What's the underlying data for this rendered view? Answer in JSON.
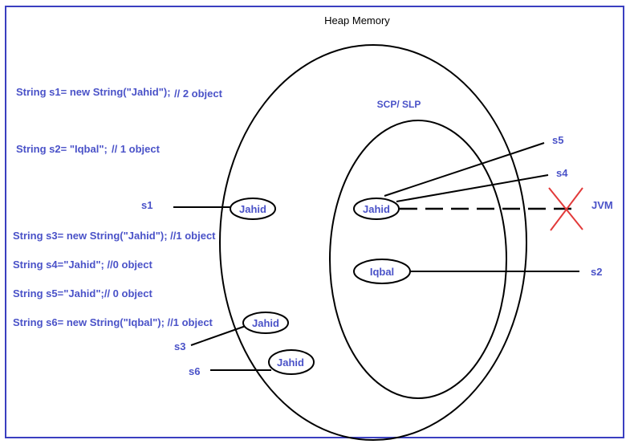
{
  "title": "Heap Memory",
  "scp_label": "SCP/ SLP",
  "colors": {
    "frame": "#3a3fc0",
    "text": "#4a52c8",
    "line": "#000000",
    "cross": "#e23a3a"
  },
  "code_lines": [
    {
      "code": "String s1= new String(\"Jahid\");",
      "comment": "// 2 object"
    },
    {
      "code": "String s2= \"Iqbal\";",
      "comment": "// 1 object"
    },
    {
      "code": "String s3= new String(\"Jahid\"); //1 object",
      "comment": ""
    },
    {
      "code": "String s4=\"Jahid\"; //0 object",
      "comment": ""
    },
    {
      "code": "String  s5=\"Jahid\";// 0 object",
      "comment": ""
    },
    {
      "code": "String s6= new String(\"Iqbal\"); //1 object",
      "comment": ""
    }
  ],
  "objects": {
    "heap_s1": "Jahid",
    "heap_s3": "Jahid",
    "heap_s6": "Jahid",
    "scp_jahid": "Jahid",
    "scp_iqbal": "Iqbal"
  },
  "refs": {
    "s1": "s1",
    "s2": "s2",
    "s3": "s3",
    "s4": "s4",
    "s5": "s5",
    "s6": "s6",
    "jvm": "JVM"
  }
}
